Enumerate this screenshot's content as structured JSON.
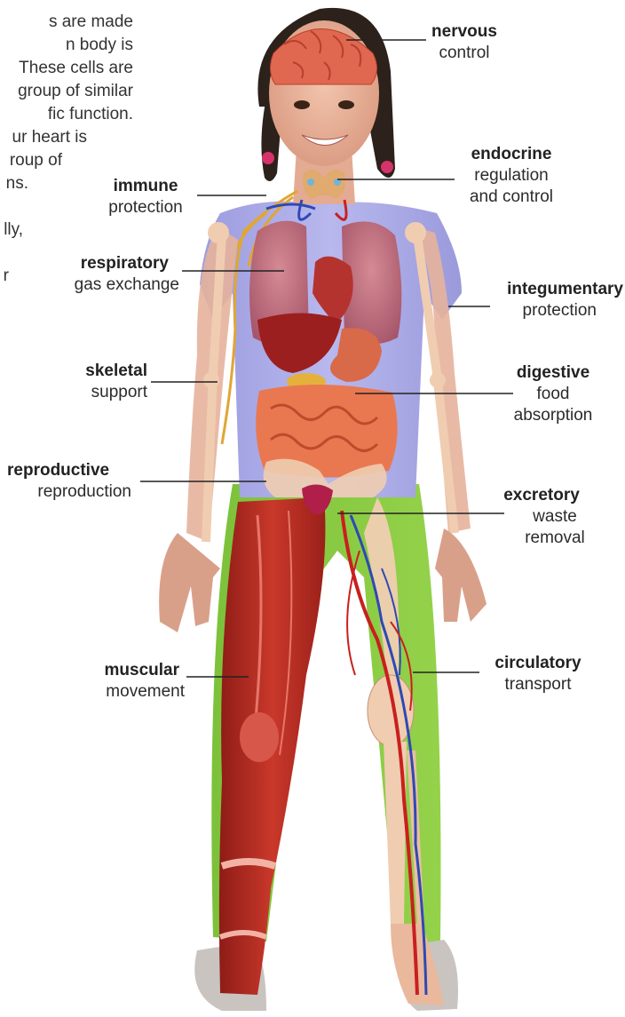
{
  "intro_lines": [
    "s are made",
    "n body is",
    "These cells are",
    "group of similar",
    "fic function.",
    "ur heart is",
    "roup of",
    "ns.",
    "",
    "lly,",
    "",
    "r"
  ],
  "systems": [
    {
      "key": "nervous",
      "name": "nervous",
      "function": "control"
    },
    {
      "key": "endocrine",
      "name": "endocrine",
      "function_lines": [
        "regulation",
        "and control"
      ]
    },
    {
      "key": "immune",
      "name": "immune",
      "function": "protection"
    },
    {
      "key": "respiratory",
      "name": "respiratory",
      "function": "gas exchange"
    },
    {
      "key": "integumentary",
      "name": "integumentary",
      "function": "protection"
    },
    {
      "key": "skeletal",
      "name": "skeletal",
      "function": "support"
    },
    {
      "key": "digestive",
      "name": "digestive",
      "function_lines": [
        "food",
        "absorption"
      ]
    },
    {
      "key": "reproductive",
      "name": "reproductive",
      "function": "reproduction"
    },
    {
      "key": "excretory",
      "name": "excretory",
      "function_lines": [
        "waste",
        "removal"
      ]
    },
    {
      "key": "circulatory",
      "name": "circulatory",
      "function": "transport"
    },
    {
      "key": "muscular",
      "name": "muscular",
      "function": "movement"
    }
  ],
  "colors": {
    "shirt": "#a9a9e6",
    "pants": "#86c93f",
    "skin": "#e8b199",
    "muscle": "#b52b22",
    "bone": "#f0cdb1",
    "organ": "#d9582f",
    "vein": "#2e49b4",
    "artery": "#c8201e",
    "nerve": "#e0a636",
    "hair": "#2d211b",
    "brain": "#e06850",
    "leader": "#222222"
  }
}
